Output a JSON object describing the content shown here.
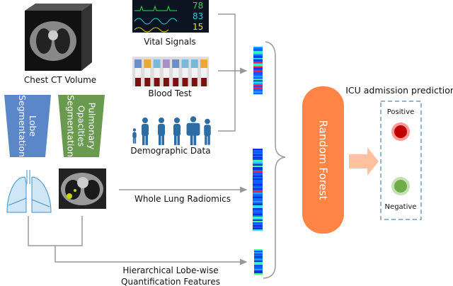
{
  "inputs": {
    "ct_volume_label": "Chest CT Volume",
    "lobe_segmentation": [
      "Lobe",
      "Segmentation"
    ],
    "opacity_segmentation": [
      "Pulmonary",
      "Opacities",
      "Segmentation"
    ],
    "vital_signals_label": "Vital Signals",
    "vital_readouts": [
      "78",
      "83",
      "15"
    ],
    "blood_test_label": "Blood Test",
    "demographic_label": "Demographic Data"
  },
  "features": {
    "whole_lung_label": "Whole Lung Radiomics",
    "lobe_wise_label": [
      "Hierarchical Lobe-wise",
      "Quantification Features"
    ]
  },
  "model": {
    "label": "Random Forest"
  },
  "output": {
    "title": "ICU admission prediction",
    "positive": "Positive",
    "negative": "Negative"
  },
  "colors": {
    "lobe": "#5b87c9",
    "opacities": "#6a9a4f",
    "model": "#ff8445",
    "arrow": "#ffc1a0",
    "positive_outer": "#ff9a94",
    "positive_inner": "#c00000",
    "negative_outer": "#c5e0b4",
    "negative_inner": "#70ad47",
    "people": "#2e6da4"
  }
}
